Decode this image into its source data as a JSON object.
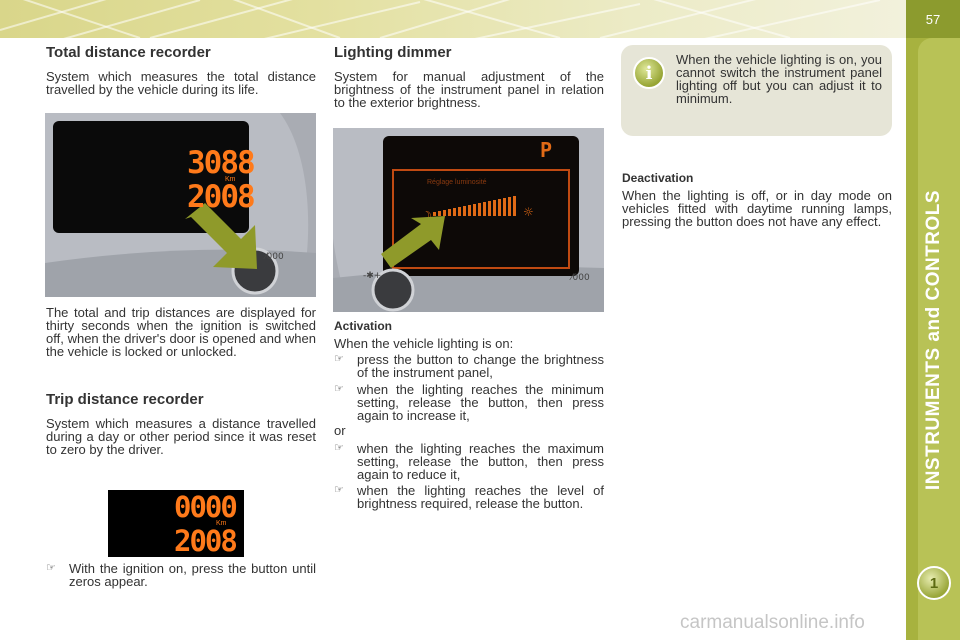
{
  "page_number": "57",
  "chapter": {
    "number": "1",
    "title": "INSTRUMENTS and CONTROLS"
  },
  "watermark": "carmanualsonline.info",
  "col1": {
    "total": {
      "heading": "Total distance recorder",
      "body": "System which measures the total distance travelled by the vehicle during its life.",
      "display": {
        "total": "3088",
        "trip": "2008",
        "unit": "Km"
      },
      "after": "The total and trip distances are displayed for thirty seconds when the ignition is switched off, when the driver's door is opened and when the vehicle is locked or unlocked."
    },
    "trip": {
      "heading": "Trip distance recorder",
      "body": "System which measures a distance travelled during a day or other period since it was reset to zero by the driver.",
      "display": {
        "trip": "0000",
        "total": "2008",
        "unit": "Km"
      },
      "bullet": "With the ignition on, press the button until zeros appear."
    }
  },
  "col2": {
    "heading": "Lighting dimmer",
    "body": "System for manual adjustment of the brightness of the instrument panel in relation to the exterior brightness.",
    "display": {
      "gear": "P",
      "menu_text": "Réglage luminosité"
    },
    "activation": {
      "heading": "Activation",
      "intro": "When the vehicle lighting is on:",
      "bullets1": [
        "press the button to change the brightness of the instrument panel,",
        "when the lighting reaches the minimum setting, release the button, then press again to increase it,"
      ],
      "or": "or",
      "bullets2": [
        "when the lighting reaches the maximum setting, release the button, then press again to reduce it,",
        "when the lighting reaches the level of brightness required, release the button."
      ]
    }
  },
  "col3": {
    "info": "When the vehicle lighting is on, you cannot switch the instrument panel lighting off but you can adjust it to minimum.",
    "deactivation": {
      "heading": "Deactivation",
      "body": "When the lighting is off, or in day mode on vehicles fitted with daytime running lamps, pressing the button does not have any effect."
    }
  },
  "colors": {
    "accent": "#a7b23f",
    "display_digits": "#ff7a1a",
    "arrow": "#8f9a2a"
  }
}
